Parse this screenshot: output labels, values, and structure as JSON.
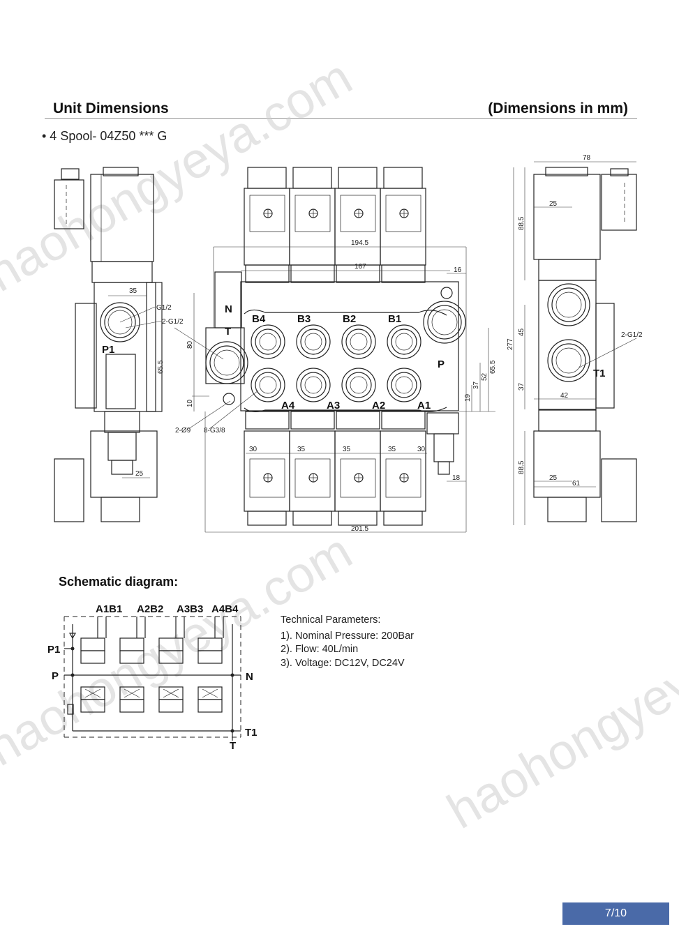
{
  "header": {
    "title_left": "Unit Dimensions",
    "title_right": "(Dimensions in mm)"
  },
  "model": "• 4 Spool- 04Z50 *** G",
  "drawing": {
    "side_left": {
      "port": "P1",
      "thread": "G1/2",
      "thread2": "2-G1/2",
      "dims": [
        "35",
        "65.5",
        "25"
      ]
    },
    "front": {
      "ports_top": [
        "B4",
        "B3",
        "B2",
        "B1"
      ],
      "ports_bottom": [
        "A4",
        "A3",
        "A2",
        "A1"
      ],
      "side_ports": [
        "N",
        "T",
        "P"
      ],
      "holes": [
        "2-Ø9",
        "8-G3/8"
      ],
      "dims_top": [
        "194.5",
        "167",
        "16"
      ],
      "dims_bottom": [
        "30",
        "35",
        "35",
        "35",
        "30",
        "18",
        "201.5"
      ],
      "dims_left": [
        "80",
        "10"
      ],
      "dims_right": [
        "65.5",
        "52",
        "37",
        "19"
      ]
    },
    "side_right": {
      "port": "T1",
      "thread": "2-G1/2",
      "dims": [
        "78",
        "25",
        "88.5",
        "277",
        "45",
        "37",
        "42",
        "88.5",
        "25",
        "61"
      ]
    }
  },
  "schematic": {
    "title": "Schematic diagram:",
    "top_labels": [
      "A1B1",
      "A2B2",
      "A3B3",
      "A4B4"
    ],
    "left_labels": [
      "P1",
      "P"
    ],
    "right_labels": [
      "N",
      "T1"
    ],
    "bottom_label": "T"
  },
  "technical": {
    "heading": "Technical Parameters:",
    "items": [
      "1). Nominal Pressure: 200Bar",
      "2). Flow: 40L/min",
      "3). Voltage: DC12V, DC24V"
    ]
  },
  "watermark": "haohongyeya.com",
  "page_number": "7/10",
  "colors": {
    "badge": "#4a6aa8",
    "rule": "#9a9a9a"
  }
}
